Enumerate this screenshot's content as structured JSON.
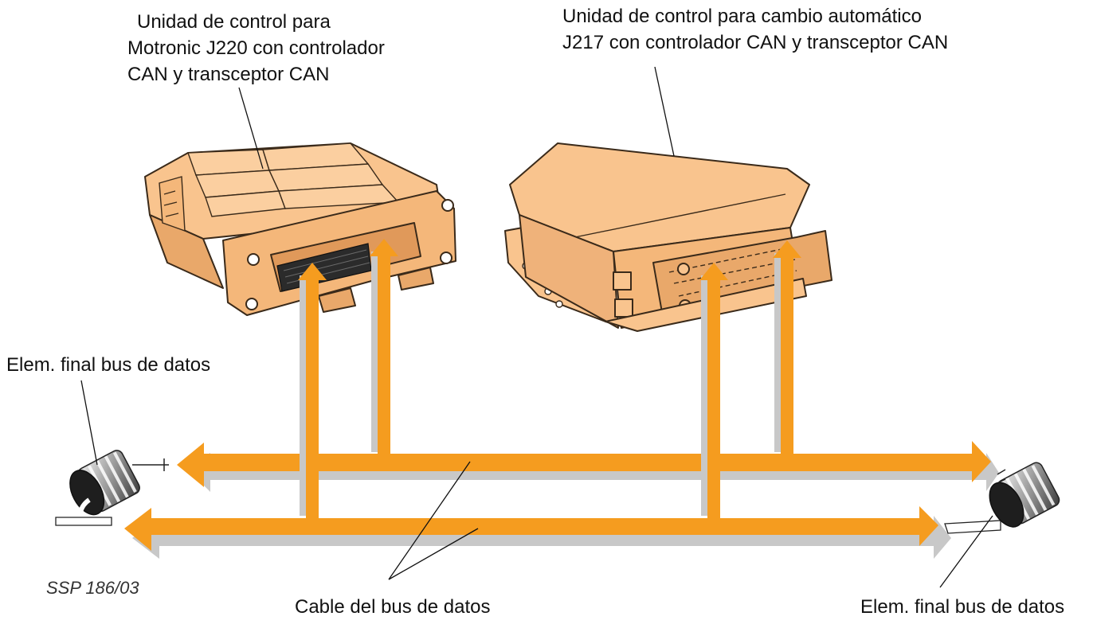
{
  "labels": {
    "motronic_line1": "Unidad de control para",
    "motronic_line2": "Motronic J220 con controlador",
    "motronic_line3": "CAN y transceptor CAN",
    "gearbox_line1": "Unidad de control para cambio automático",
    "gearbox_line2": "J217 con controlador CAN y transceptor CAN",
    "terminal_left": "Elem. final bus de datos",
    "terminal_right": "Elem. final bus de datos",
    "bus_cable": "Cable del bus de datos",
    "reference": "SSP 186/03"
  },
  "colors": {
    "bus_orange": "#f59c1f",
    "housing": "#f9c48e",
    "housing_dark": "#e9a86a",
    "shadow_gray": "#c8c8c8",
    "resistor_dark": "#2a2a2a"
  },
  "icons": {
    "motronic_unit": "ecu-finned-housing-icon",
    "gearbox_unit": "ecu-flat-housing-icon",
    "terminal": "bus-terminator-resistor-icon"
  }
}
